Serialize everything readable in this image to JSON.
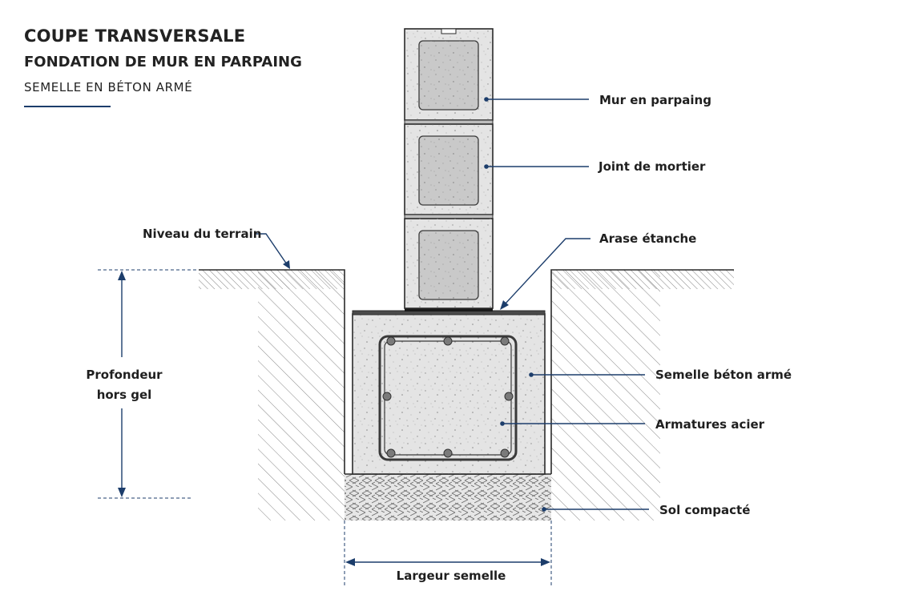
{
  "header": {
    "title_line1": "COUPE TRANSVERSALE",
    "title_line2": "FONDATION DE MUR EN PARPAING",
    "subtitle": "SEMELLE EN BÉTON ARMÉ"
  },
  "labels": {
    "mur": "Mur en parpaing",
    "joint": "Joint de mortier",
    "arase": "Arase étanche",
    "niveau": "Niveau du terrain",
    "semelle": "Semelle béton armé",
    "armatures": "Armatures acier",
    "sol": "Sol compacté",
    "profondeur_l1": "Profondeur",
    "profondeur_l2": "hors gel",
    "largeur": "Largeur semelle"
  },
  "colors": {
    "accent": "#1c3d6b",
    "concrete": "#e4e4e4",
    "block_core": "#c9c9c9",
    "outline": "#2a2a2a"
  }
}
